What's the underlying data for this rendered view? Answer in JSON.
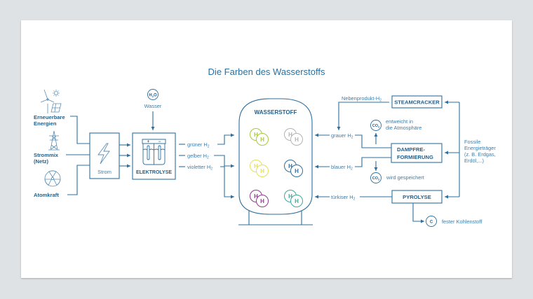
{
  "title": "Die Farben des Wasserstoffs",
  "colors": {
    "primary": "#2d6f9e",
    "text": "#3b7fae",
    "green": "#a7c93b",
    "grey": "#b3b3b3",
    "yellow": "#e3df5a",
    "blue": "#2d6f9e",
    "violet": "#8e3b8c",
    "turquoise": "#3fa79a"
  },
  "sources": [
    {
      "label1": "Erneuerbare",
      "label2": "Energien",
      "icon": "wind-solar-icon"
    },
    {
      "label1": "Strommix",
      "label2": "(Netz)",
      "icon": "power-pylon-icon"
    },
    {
      "label1": "Atomkraft",
      "label2": "",
      "icon": "radiation-icon"
    }
  ],
  "strom": {
    "label": "Strom",
    "icon": "lightning-icon"
  },
  "water": {
    "symbol_main": "H",
    "symbol_sub": "2",
    "symbol_end": "O",
    "label": "Wasser"
  },
  "electrolysis": {
    "label": "ELEKTROLYSE",
    "plus": "+",
    "minus": "−"
  },
  "outputs_left": [
    {
      "label": "grüner H",
      "sub": "2"
    },
    {
      "label": "gelber H",
      "sub": "2"
    },
    {
      "label": "violetter H",
      "sub": "2"
    }
  ],
  "tank": {
    "label": "WASSERSTOFF",
    "atom": "H"
  },
  "outputs_right": [
    {
      "label": "grauer H",
      "sub": "2"
    },
    {
      "label": "blauer H",
      "sub": "2"
    },
    {
      "label": "türkiser H",
      "sub": "2"
    }
  ],
  "nebenprodukt": {
    "label": "Nebenprodukt-H",
    "sub": "2"
  },
  "processes": {
    "steamcracker": "STEAMCRACKER",
    "dampf1": "DAMPFRE-",
    "dampf2": "FORMIERUNG",
    "pyrolyse": "PYROLYSE"
  },
  "co2": {
    "symbol": "CO",
    "sub": "2",
    "released1": "entweicht in",
    "released2": "die Atmosphäre",
    "stored": "wird gespeichert"
  },
  "carbon": {
    "symbol": "C",
    "label": "fester Kohlenstoff"
  },
  "fossil": {
    "line1": "Fossile",
    "line2": "Energieträger",
    "line3": "(z. B. Erdgas,",
    "line4": "Erdöl,...)"
  }
}
